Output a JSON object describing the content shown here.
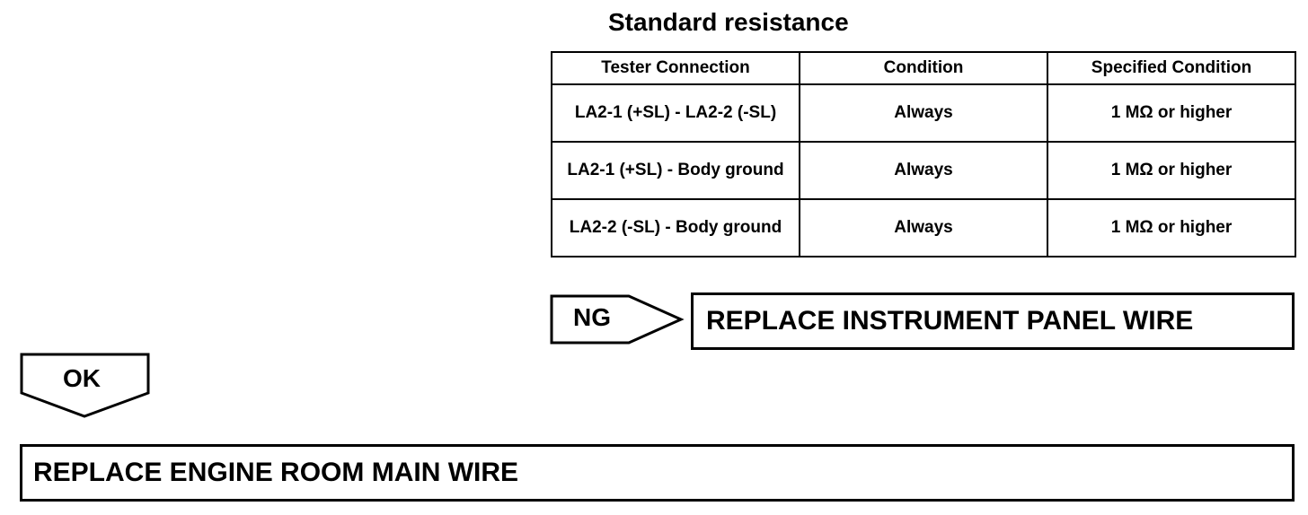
{
  "title": "Standard resistance",
  "table": {
    "headers": [
      "Tester Connection",
      "Condition",
      "Specified Condition"
    ],
    "rows": [
      {
        "connection": "LA2-1 (+SL) - LA2-2 (-SL)",
        "condition": "Always",
        "specified": "1 MΩ or higher"
      },
      {
        "connection": "LA2-1 (+SL) - Body ground",
        "condition": "Always",
        "specified": "1 MΩ or higher"
      },
      {
        "connection": "LA2-2 (-SL) - Body ground",
        "condition": "Always",
        "specified": "1 MΩ or higher"
      }
    ]
  },
  "ng": {
    "label": "NG",
    "action": "REPLACE INSTRUMENT PANEL WIRE"
  },
  "ok": {
    "label": "OK",
    "action": "REPLACE ENGINE ROOM MAIN WIRE"
  }
}
